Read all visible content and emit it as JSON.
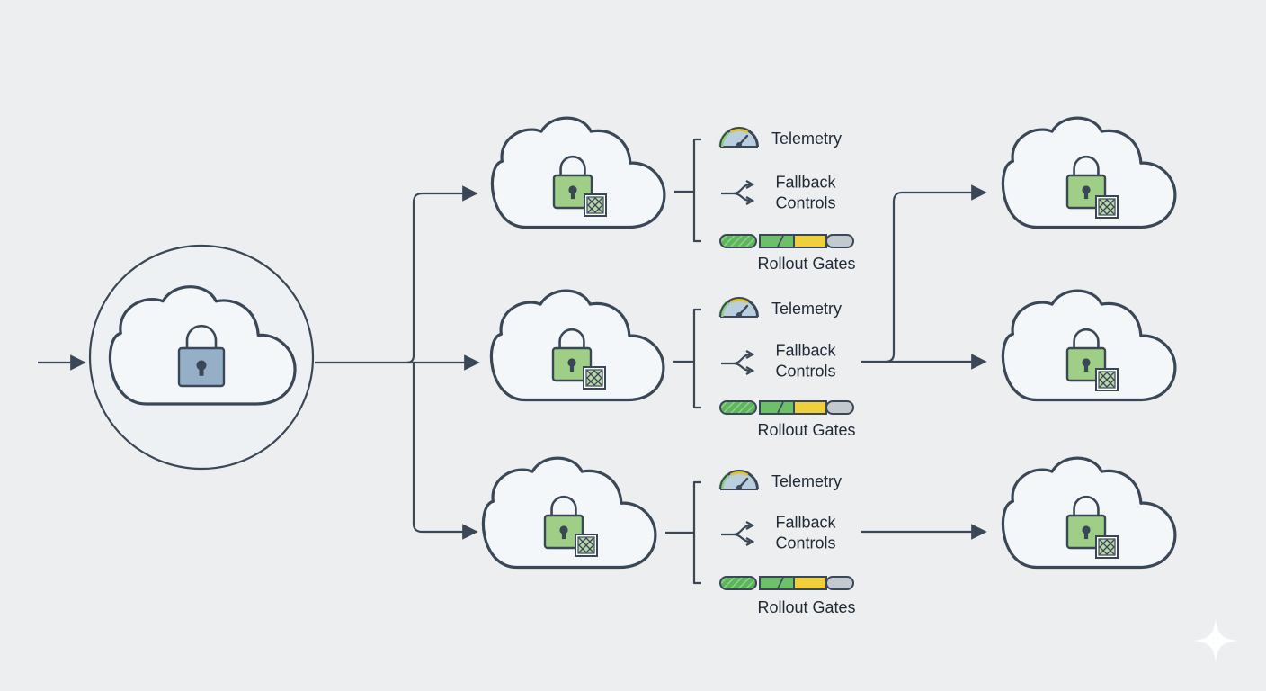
{
  "colors": {
    "background": "#eceeef",
    "stroke": "#3a4756",
    "cloud_fill": "#f3f7fa",
    "lock_blue": "#94afc6",
    "lock_green": "#9fcf86",
    "gauge_green": "#8fcf7a",
    "gauge_yellow": "#e4c33c",
    "gauge_dial": "#b9cfe0",
    "bar_green": "#6cc06a",
    "bar_yellow": "#efcf3b",
    "bar_grey": "#c2c9cf"
  },
  "stages": [
    {
      "controls": [
        {
          "icon": "gauge-icon",
          "label": "Telemetry"
        },
        {
          "icon": "fork-arrows-icon",
          "label": "Fallback\nControls"
        },
        {
          "icon": "progress-bar-icon",
          "label": "Rollout Gates"
        }
      ]
    },
    {
      "controls": [
        {
          "icon": "gauge-icon",
          "label": "Telemetry"
        },
        {
          "icon": "fork-arrows-icon",
          "label": "Fallback\nControls"
        },
        {
          "icon": "progress-bar-icon",
          "label": "Rollout Gates"
        }
      ]
    },
    {
      "controls": [
        {
          "icon": "gauge-icon",
          "label": "Telemetry"
        },
        {
          "icon": "fork-arrows-icon",
          "label": "Fallback\nControls"
        },
        {
          "icon": "progress-bar-icon",
          "label": "Rollout Gates"
        }
      ]
    }
  ],
  "icons": {
    "source": "locked-cloud-icon",
    "region": "locked-cloud-chip-icon",
    "badge": "sparkle-icon"
  }
}
